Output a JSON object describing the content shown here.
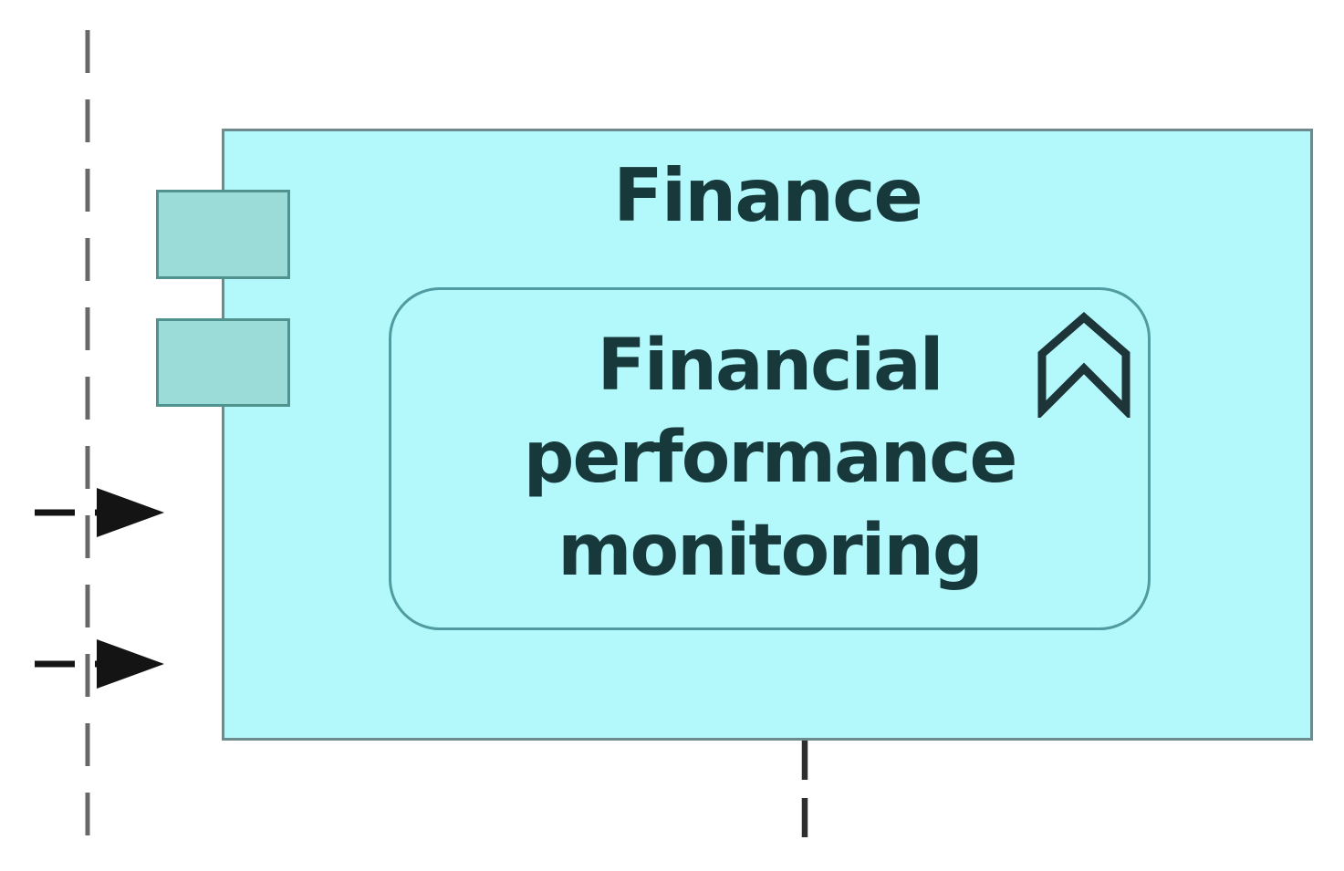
{
  "diagram": {
    "component": {
      "title": "Finance",
      "ports": [
        {
          "name": "port-top"
        },
        {
          "name": "port-bottom"
        }
      ]
    },
    "function": {
      "label": "Financial performance monitoring",
      "icon": "business-function-chevron-icon"
    },
    "edges": {
      "left_boundary": "vertical-dashed-line",
      "bottom_connector": "vertical-dashed-line",
      "incoming_arrows": 2
    },
    "colors": {
      "element_fill": "#b3f8fb",
      "component_border": "#6d8a8d",
      "port_fill": "#9cdcd8",
      "port_border": "#4f928e",
      "function_border": "#4f9ba0",
      "text": "#17393b",
      "boundary_line": "#686868",
      "arrow": "#141414"
    }
  }
}
